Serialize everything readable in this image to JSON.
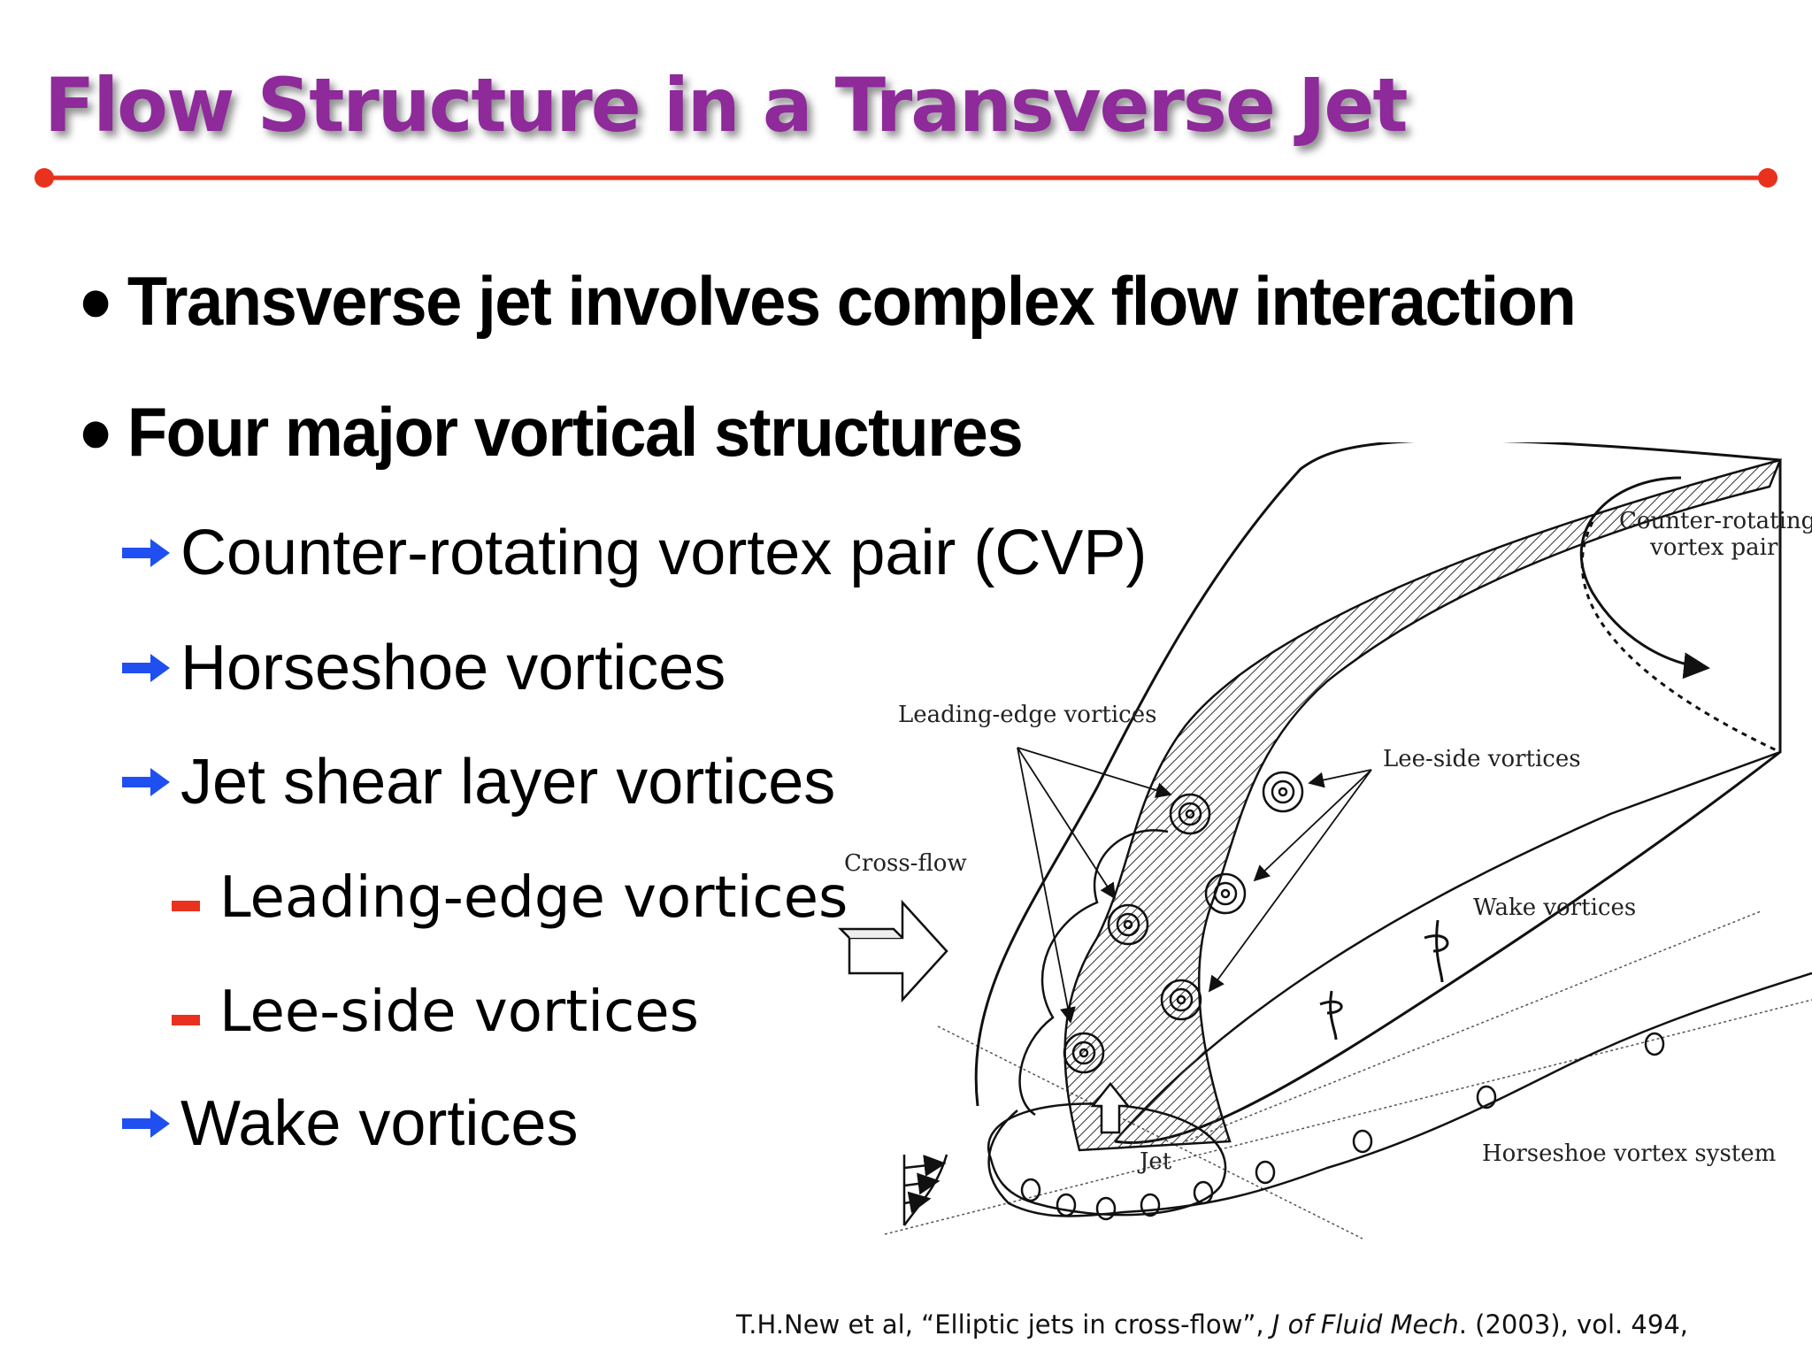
{
  "title": "Flow Structure in a Transverse Jet",
  "bullets": [
    {
      "text": "Transverse jet involves complex flow interaction"
    },
    {
      "text": "Four major vortical structures"
    }
  ],
  "sub_bullets": [
    {
      "text": "Counter-rotating vortex pair (CVP)"
    },
    {
      "text": "Horseshoe vortices"
    },
    {
      "text": "Jet shear layer vortices"
    },
    {
      "text": "Wake vortices"
    }
  ],
  "sub_sub_bullets": [
    {
      "text": "Leading-edge vortices"
    },
    {
      "text": "Lee-side vortices"
    }
  ],
  "diagram": {
    "labels": {
      "cvp_line1": "Counter-rotating",
      "cvp_line2": "vortex pair",
      "leading_edge": "Leading-edge vortices",
      "lee_side": "Lee-side vortices",
      "cross_flow": "Cross-flow",
      "wake": "Wake vortices",
      "jet": "Jet",
      "horseshoe": "Horseshoe vortex system"
    }
  },
  "citation": {
    "authors": "T.H.New et al, “Elliptic jets in cross-flow”, ",
    "journal": "J of Fluid Mech",
    "details": ". (2003), vol. 494,"
  },
  "colors": {
    "title": "#8e2a9a",
    "rule": "#e8321e",
    "arrow": "#1f4ff0",
    "dash": "#e8321e"
  },
  "icons": {
    "bullet": "filled-circle",
    "sub_bullet": "right-arrow-icon",
    "sub_sub_bullet": "red-dash-icon"
  }
}
